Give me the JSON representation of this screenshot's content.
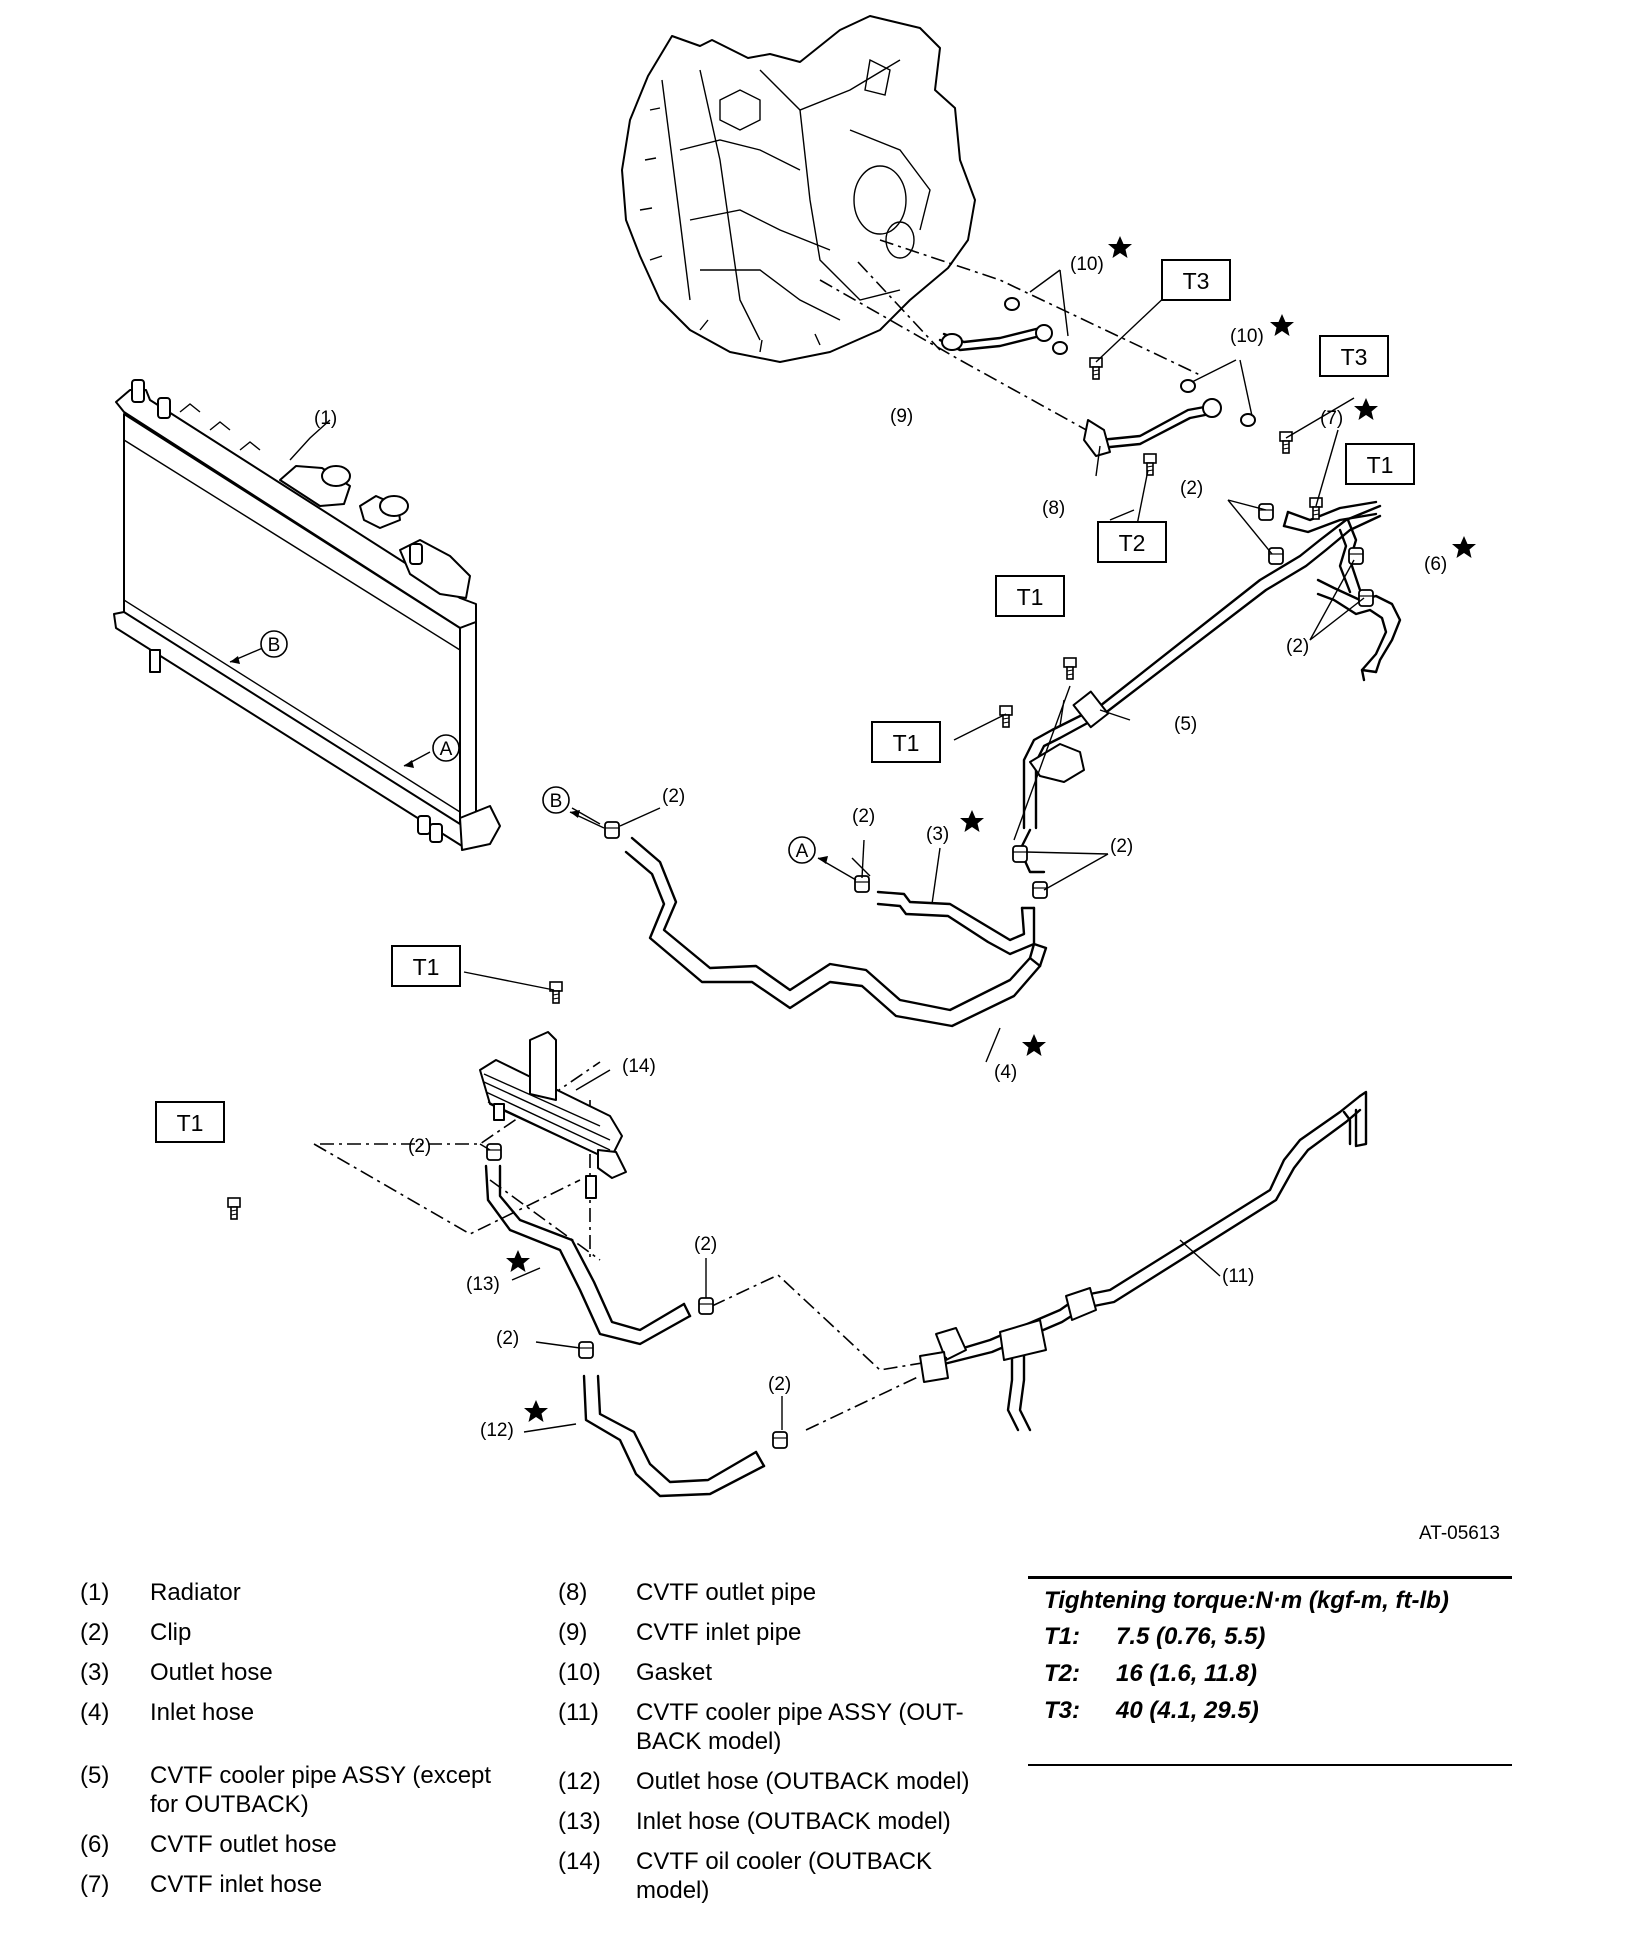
{
  "figure": {
    "doc_id": "AT-05613",
    "area_refs": {
      "a": "A",
      "b": "B"
    },
    "torque_boxes": {
      "t1": "T1",
      "t2": "T2",
      "t3": "T3"
    },
    "callouts": {
      "c1": "(1)",
      "c2": "(2)",
      "c3": "(3)",
      "c4": "(4)",
      "c5": "(5)",
      "c6": "(6)",
      "c7": "(7)",
      "c8": "(8)",
      "c9": "(9)",
      "c10": "(10)",
      "c11": "(11)",
      "c12": "(12)",
      "c13": "(13)",
      "c14": "(14)"
    },
    "star_icon": "star-icon"
  },
  "legend": {
    "left": [
      {
        "num": "(1)",
        "name": "Radiator"
      },
      {
        "num": "(2)",
        "name": "Clip"
      },
      {
        "num": "(3)",
        "name": "Outlet hose"
      },
      {
        "num": "(4)",
        "name": "Inlet hose"
      },
      {
        "num": "(5)",
        "name": "CVTF cooler pipe ASSY (except for OUTBACK)"
      },
      {
        "num": "(6)",
        "name": "CVTF outlet hose"
      },
      {
        "num": "(7)",
        "name": "CVTF inlet hose"
      }
    ],
    "right": [
      {
        "num": "(8)",
        "name": "CVTF outlet pipe"
      },
      {
        "num": "(9)",
        "name": "CVTF inlet pipe"
      },
      {
        "num": "(10)",
        "name": "Gasket"
      },
      {
        "num": "(11)",
        "name": "CVTF cooler pipe ASSY (OUT-BACK model)"
      },
      {
        "num": "(12)",
        "name": "Outlet hose (OUTBACK model)"
      },
      {
        "num": "(13)",
        "name": "Inlet hose (OUTBACK model)"
      },
      {
        "num": "(14)",
        "name": "CVTF oil cooler (OUTBACK model)"
      }
    ]
  },
  "torque": {
    "title": "Tightening torque:N·m (kgf-m, ft-lb)",
    "rows": [
      {
        "label": "T1:",
        "value": "7.5 (0.76, 5.5)"
      },
      {
        "label": "T2:",
        "value": "16 (1.6, 11.8)"
      },
      {
        "label": "T3:",
        "value": "40 (4.1, 29.5)"
      }
    ]
  }
}
